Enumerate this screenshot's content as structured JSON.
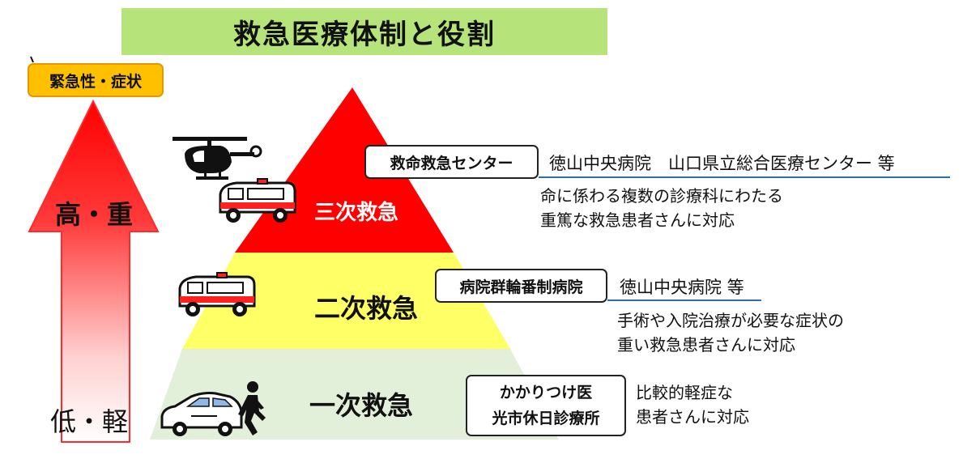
{
  "title": "救急医療体制と役割",
  "axis": {
    "label": "緊急性・症状",
    "high": "高・重",
    "low": "低・軽"
  },
  "tiers": [
    {
      "name": "三次救急",
      "color": "#ff0000",
      "text_color": "#ffffff",
      "institution": "救命救急センター",
      "hospitals": "徳山中央病院　山口県立総合医療センター 等",
      "description": [
        "命に係わる複数の診療科にわたる",
        "重篤な救急患者さんに対応"
      ],
      "icons": [
        "helicopter-icon",
        "ambulance-icon"
      ]
    },
    {
      "name": "二次救急",
      "color": "#ffff66",
      "text_color": "#111111",
      "institution": "病院群輪番制病院",
      "hospitals": "徳山中央病院 等",
      "description": [
        "手術や入院治療が必要な症状の",
        "重い救急患者さんに対応"
      ],
      "icons": [
        "ambulance-icon"
      ]
    },
    {
      "name": "一次救急",
      "color": "#e2f0d9",
      "text_color": "#111111",
      "institution": [
        "かかりつけ医",
        "光市休日診療所"
      ],
      "description": [
        "比較的軽症な",
        "患者さんに対応"
      ],
      "icons": [
        "car-icon",
        "walking-person-icon"
      ]
    }
  ],
  "colors": {
    "banner": "#b6e37a",
    "axis_label_bg": "#ffc000",
    "arrow_top": "#ff0000",
    "arrow_bottom": "#ffffff",
    "underline": "#2e6fa8"
  }
}
